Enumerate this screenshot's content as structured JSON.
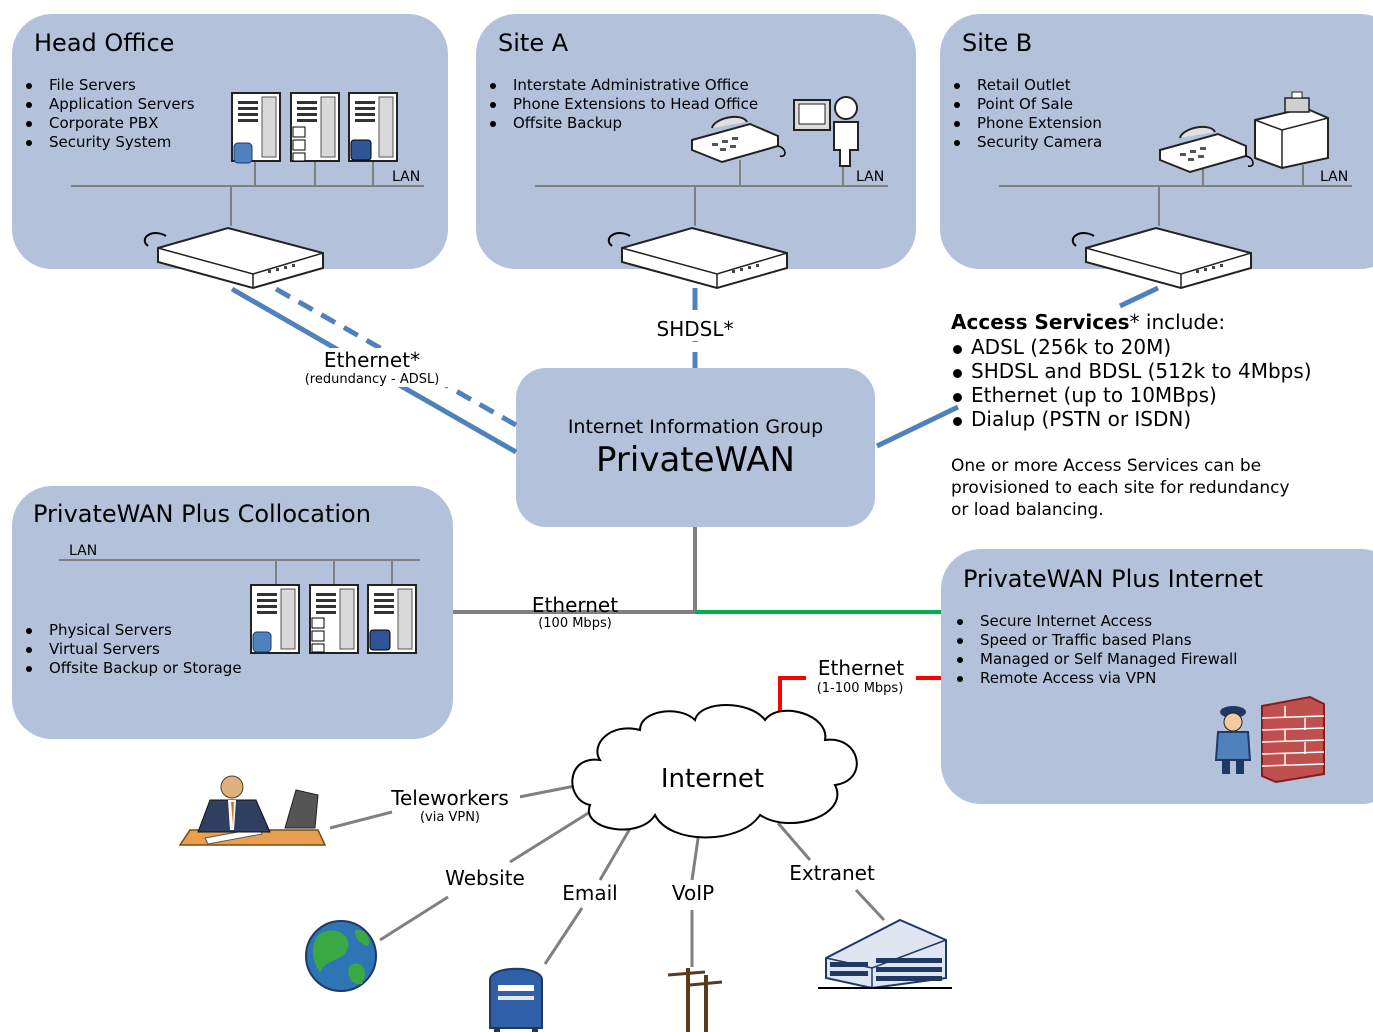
{
  "head_office": {
    "title": "Head Office",
    "items": [
      "File Servers",
      "Application Servers",
      "Corporate PBX",
      "Security System"
    ],
    "lan": "LAN"
  },
  "site_a": {
    "title": "Site A",
    "items": [
      "Interstate Administrative Office",
      "Phone Extensions to Head Office",
      "Offsite Backup"
    ],
    "lan": "LAN"
  },
  "site_b": {
    "title": "Site B",
    "items": [
      "Retail Outlet",
      "Point Of Sale",
      "Phone Extension",
      "Security Camera"
    ],
    "lan": "LAN"
  },
  "collocation": {
    "title": "PrivateWAN Plus Collocation",
    "lan": "LAN",
    "items": [
      "Physical Servers",
      "Virtual Servers",
      "Offsite Backup or Storage"
    ]
  },
  "internet_panel": {
    "title": "PrivateWAN Plus Internet",
    "items": [
      "Secure Internet Access",
      "Speed or Traffic based Plans",
      "Managed or Self Managed Firewall",
      "Remote Access via VPN"
    ]
  },
  "core": {
    "subtitle": "Internet Information Group",
    "title": "PrivateWAN"
  },
  "links": {
    "head_office": {
      "label": "Ethernet*",
      "sub": "(redundancy - ADSL)"
    },
    "site_a": {
      "label": "SHDSL*"
    },
    "collocation": {
      "label": "Ethernet",
      "sub": "(100 Mbps)"
    },
    "internet": {
      "label": "Ethernet",
      "sub": "(1-100 Mbps)"
    }
  },
  "access_services": {
    "heading_bold": "Access Services",
    "heading_rest": "* include:",
    "items": [
      "ADSL (256k to 20M)",
      "SHDSL and BDSL (512k to 4Mbps)",
      "Ethernet (up to 10MBps)",
      "Dialup (PSTN or ISDN)"
    ],
    "note": [
      "One or more Access Services can be",
      "provisioned to each site for redundancy",
      "or load balancing."
    ]
  },
  "cloud": {
    "label": "Internet",
    "teleworkers": "Teleworkers",
    "teleworkers_sub": "(via VPN)",
    "website": "Website",
    "email": "Email",
    "voip": "VoIP",
    "extranet": "Extranet"
  },
  "colors": {
    "panel": "#b3c2da",
    "link_blue": "#4f81bd",
    "link_grey": "#808080",
    "link_green": "#00b050",
    "link_red": "#ff0000"
  },
  "icons": [
    "server-icon",
    "router-icon",
    "phone-icon",
    "user-computer-icon",
    "point-of-sale-icon",
    "cloud-icon",
    "businessman-laptop-icon",
    "globe-icon",
    "mailbox-icon",
    "utility-pole-icon",
    "office-building-icon",
    "security-guard-icon",
    "firewall-icon"
  ]
}
